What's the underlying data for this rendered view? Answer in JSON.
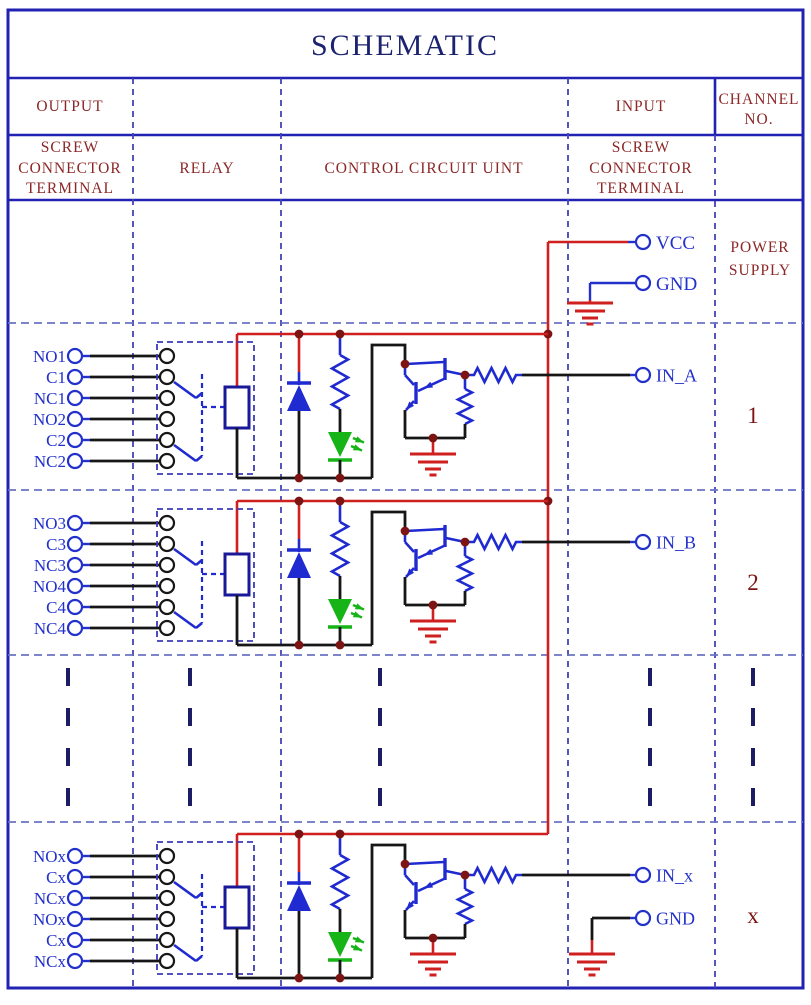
{
  "title": "SCHEMATIC",
  "header": {
    "output": "OUTPUT",
    "input": "INPUT",
    "channel": [
      "CHANNEL",
      "NO."
    ],
    "screw_out": [
      "SCREW",
      "CONNECTOR",
      "TERMINAL"
    ],
    "relay": "RELAY",
    "control": "CONTROL CIRCUIT UINT",
    "screw_in": [
      "SCREW",
      "CONNECTOR",
      "TERMINAL"
    ]
  },
  "power": {
    "vcc": "VCC",
    "gnd": "GND",
    "label": [
      "POWER",
      "SUPPLY"
    ]
  },
  "channels": [
    {
      "number": "1",
      "input": "IN_A",
      "terminals": [
        "NO1",
        "C1",
        "NC1",
        "NO2",
        "C2",
        "NC2"
      ]
    },
    {
      "number": "2",
      "input": "IN_B",
      "terminals": [
        "NO3",
        "C3",
        "NC3",
        "NO4",
        "C4",
        "NC4"
      ]
    },
    {
      "number": "x",
      "input": "IN_x",
      "gnd": "GND",
      "terminals": [
        "NOx",
        "Cx",
        "NCx",
        "NOx",
        "Cx",
        "NCx"
      ]
    }
  ],
  "colors": {
    "border_blue": "#2121b3",
    "title_navy": "#1b2370",
    "header_maroon": "#8c2727",
    "label_blue": "#2230cc",
    "component_blue": "#1f2ad0",
    "coil_blue": "#181899",
    "wire_red": "#cf1f1f",
    "wire_black": "#161616",
    "led_green": "#16b416",
    "junction_maroon": "#7d1414"
  }
}
